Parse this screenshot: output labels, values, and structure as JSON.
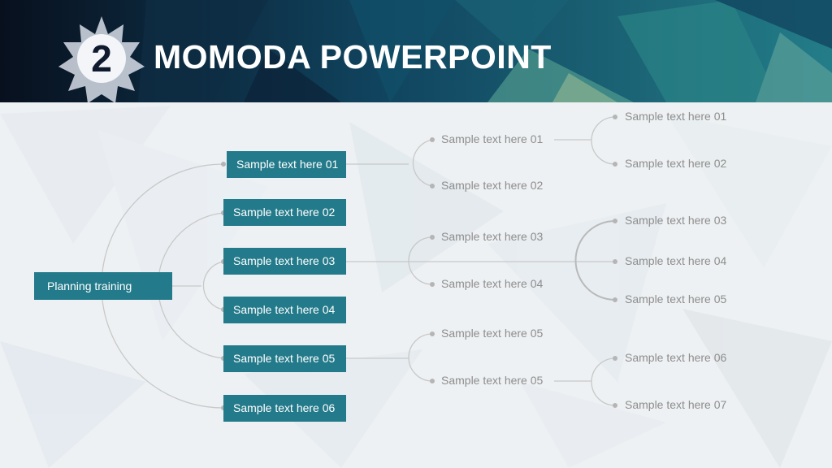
{
  "header": {
    "badge_number": "2",
    "title": "MOMODA POWERPOINT"
  },
  "colors": {
    "box_fill": "#237a8a",
    "connector": "#c8c8c8",
    "text_gray": "#8d8d8d",
    "header_dark": "#0b1526",
    "header_teal": "#1f7a86"
  },
  "diagram": {
    "root": "Planning training",
    "level1": [
      "Sample text here 01",
      "Sample text here 02",
      "Sample text here 03",
      "Sample text here 04",
      "Sample text here 05",
      "Sample text here 06"
    ],
    "level2": [
      "Sample text here 01",
      "Sample text here 02",
      "Sample text here 03",
      "Sample text here 04",
      "Sample text here 05",
      "Sample text here 05"
    ],
    "level3": [
      "Sample text here 01",
      "Sample text here 02",
      "Sample text here 03",
      "Sample text here 04",
      "Sample text here 05",
      "Sample text here 06",
      "Sample text here 07"
    ]
  }
}
